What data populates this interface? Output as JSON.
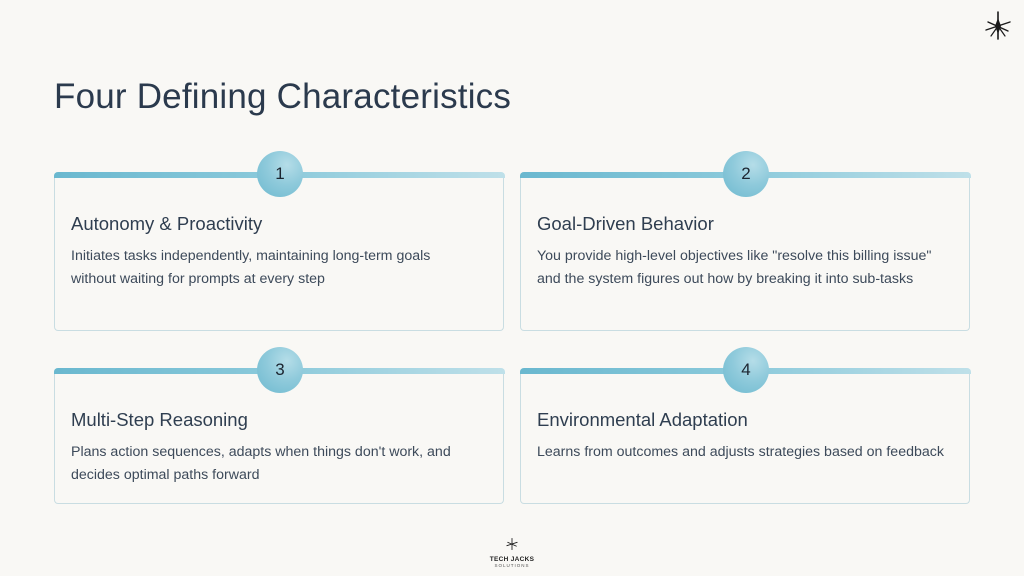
{
  "slide": {
    "title": "Four Defining Characteristics",
    "accent_color": "#7cc1d5",
    "background_color": "#f9f8f5"
  },
  "cards": [
    {
      "number": "1",
      "heading": "Autonomy & Proactivity",
      "description": "Initiates tasks independently, maintaining long-term goals without waiting for prompts at every step"
    },
    {
      "number": "2",
      "heading": "Goal-Driven Behavior",
      "description": "You provide high-level objectives like \"resolve this billing issue\" and the system figures out how by breaking it into sub-tasks"
    },
    {
      "number": "3",
      "heading": "Multi-Step Reasoning",
      "description": "Plans action sequences, adapts when things don't work, and decides optimal paths forward"
    },
    {
      "number": "4",
      "heading": "Environmental Adaptation",
      "description": "Learns from outcomes and adjusts strategies based on feedback"
    }
  ],
  "footer": {
    "brand_name": "TECH JACKS",
    "brand_sub": "SOLUTIONS",
    "logo_icon": "star-burst-icon"
  },
  "corner": {
    "logo_icon": "star-burst-icon"
  }
}
